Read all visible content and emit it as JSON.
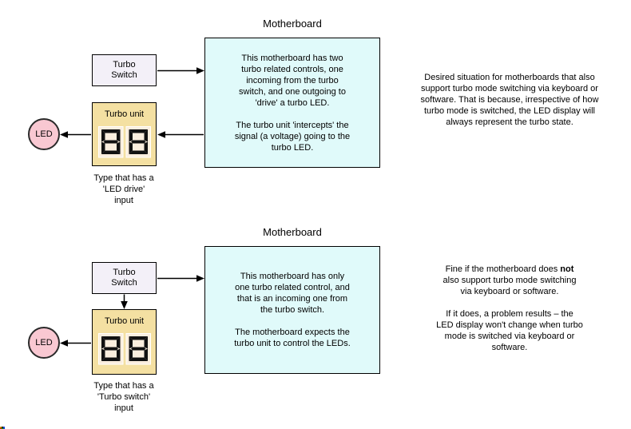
{
  "palette": {
    "background": "#ffffff",
    "motherboard_box_fill": "#e0fafa",
    "switch_box_fill": "#f3f0f8",
    "turbo_unit_fill": "#f4e0a2",
    "display_panel_fill": "#faeede",
    "segment_color": "#111111",
    "led_fill": "#f9c8d2",
    "line_color": "#000000"
  },
  "diagrams": [
    {
      "title": "Motherboard",
      "switch_label": "Turbo\nSwitch",
      "unit_label": "Turbo unit",
      "display_value": "88",
      "led_label": "LED",
      "board_text": "This motherboard has two\nturbo related controls, one\nincoming from the turbo\nswitch, and one outgoing to\n'drive' a turbo LED.\n\nThe turbo unit 'intercepts' the\nsignal (a voltage) going to the\nturbo LED.",
      "caption": "Type that has a\n'LED drive'\ninput",
      "side_note": "Desired situation for motherboards that also\nsupport turbo mode switching via keyboard or\nsoftware. That is because, irrespective of how\nturbo mode is switched, the LED display will\nalways represent the turbo state."
    },
    {
      "title": "Motherboard",
      "switch_label": "Turbo\nSwitch",
      "unit_label": "Turbo unit",
      "display_value": "88",
      "led_label": "LED",
      "board_text": "This motherboard has only\none turbo related control, and\nthat is an incoming one from\nthe turbo switch.\n\nThe motherboard expects the\nturbo unit to control the LEDs.",
      "caption": "Type that has a\n'Turbo switch'\ninput",
      "side_note_parts": {
        "pre": "Fine if the motherboard does ",
        "bold": "not",
        "post": "\nalso support turbo mode switching\nvia keyboard or software.\n\nIf it does, a problem results – the\nLED display won't change when turbo\nmode is switched via keyboard or\nsoftware."
      }
    }
  ]
}
